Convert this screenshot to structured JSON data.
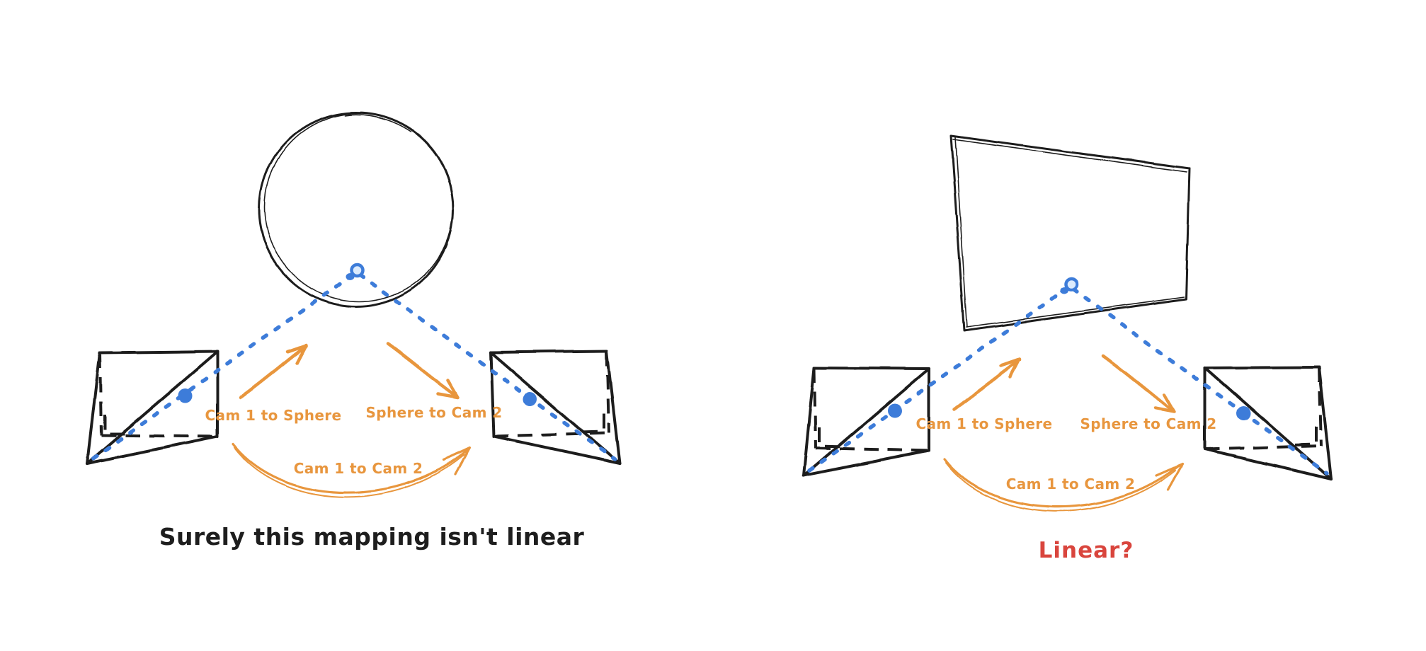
{
  "colors": {
    "background": "#ffffff",
    "ink": "#1e1e1e",
    "blue": "#3e7bd9",
    "blue_light": "#dcebfd",
    "orange": "#e8963e",
    "red": "#d9453d"
  },
  "left_panel": {
    "object": "sphere",
    "labels": {
      "cam1_to_object": "Cam 1 to Sphere",
      "object_to_cam2": "Sphere to Cam 2",
      "cam1_to_cam2": "Cam 1 to Cam 2",
      "caption": "Surely this mapping isn't linear"
    }
  },
  "right_panel": {
    "object": "plane",
    "labels": {
      "cam1_to_object": "Cam 1 to Sphere",
      "object_to_cam2": "Sphere to Cam 2",
      "cam1_to_cam2": "Cam 1 to Cam 2",
      "caption": "Linear?"
    }
  }
}
